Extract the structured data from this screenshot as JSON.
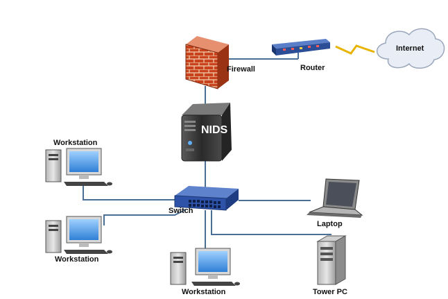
{
  "labels": {
    "internet": "Internet",
    "router": "Router",
    "firewall": "Firewall",
    "nids": "NIDS",
    "switch": "Switch",
    "laptop": "Laptop",
    "tower_pc": "Tower PC",
    "workstation_top": "Workstation",
    "workstation_left": "Workstation",
    "workstation_bottom": "Workstation"
  },
  "colors": {
    "link_line": "#4a6f96",
    "lightning": "#e8b400",
    "router_body": "#2b4e96",
    "switch_body": "#2d52a8",
    "cloud": "#e9eef6",
    "brick": "#c8421e",
    "server_body": "#3a3a3a"
  }
}
